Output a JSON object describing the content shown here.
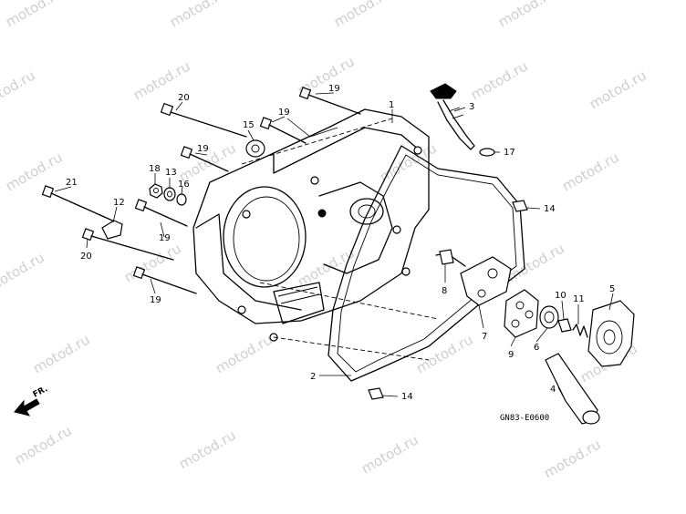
{
  "watermark": "motod.ru",
  "front_label": "FR.",
  "diagram_code": "GN83-E0600",
  "callouts": {
    "c1": "1",
    "c2": "2",
    "c3": "3",
    "c4": "4",
    "c5": "5",
    "c6": "6",
    "c7": "7",
    "c8": "8",
    "c9": "9",
    "c10": "10",
    "c11": "11",
    "c12": "12",
    "c13": "13",
    "c14": "14",
    "c15": "15",
    "c16": "16",
    "c17": "17",
    "c18": "18",
    "c19": "19",
    "c20": "20",
    "c21": "21"
  },
  "icons": {
    "front": "front-arrow-icon"
  }
}
